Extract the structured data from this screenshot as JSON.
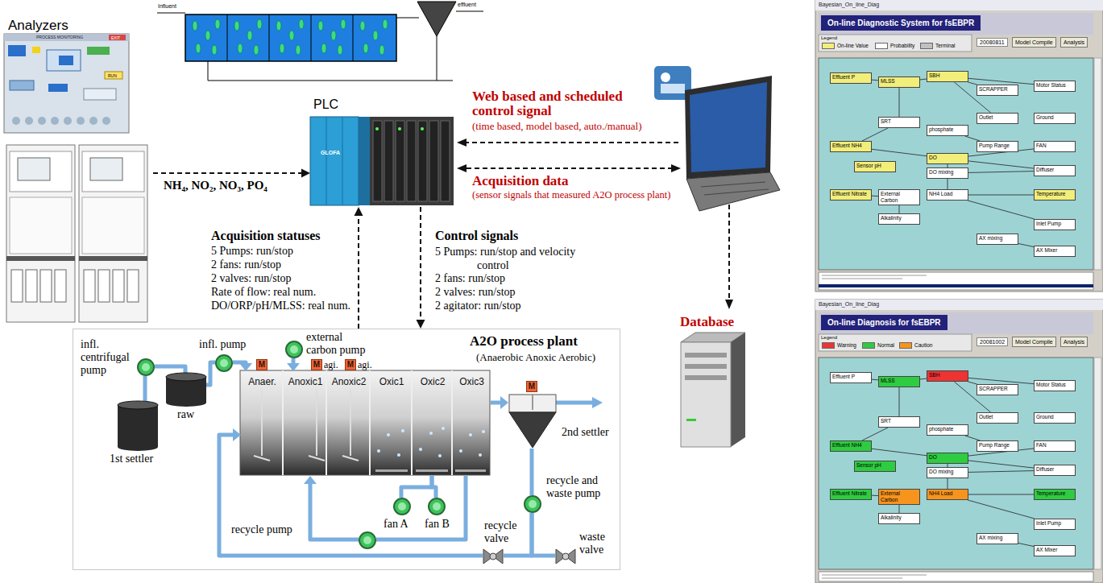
{
  "diagram": {
    "nodes": [
      {
        "text": [
          "Analyzers"
        ]
      },
      {
        "text": [
          "PLC"
        ]
      },
      {
        "text": [
          "Database"
        ]
      },
      {
        "text": [
          "A2O process plant",
          "(Anaerobic Anoxic Aerobic)"
        ]
      },
      {
        "text": [
          "infl. centrifugal pump"
        ],
        "in": 3
      },
      {
        "text": [
          "raw"
        ],
        "in": 3
      },
      {
        "text": [
          "1st settler"
        ],
        "in": 3
      },
      {
        "text": [
          "infl. pump"
        ],
        "in": 3
      },
      {
        "text": [
          "external carbon pump"
        ],
        "in": 3
      },
      {
        "text": [
          "Anaer."
        ],
        "in": 3
      },
      {
        "text": [
          "Anoxic1"
        ],
        "in": 3
      },
      {
        "text": [
          "Anoxic2"
        ],
        "in": 3
      },
      {
        "text": [
          "Oxic1"
        ],
        "in": 3
      },
      {
        "text": [
          "Oxic2"
        ],
        "in": 3
      },
      {
        "text": [
          "Oxic3"
        ],
        "in": 3
      },
      {
        "text": [
          "2nd settler"
        ],
        "in": 3
      },
      {
        "text": [
          "fan A"
        ],
        "in": 3
      },
      {
        "text": [
          "fan B"
        ],
        "in": 3
      },
      {
        "text": [
          "recycle pump"
        ],
        "in": 3
      },
      {
        "text": [
          "recycle and waste pump"
        ],
        "in": 3
      },
      {
        "text": [
          "recycle valve"
        ],
        "in": 3
      },
      {
        "text": [
          "waste valve"
        ],
        "in": 3
      },
      {
        "text": [
          "Bayesian_On_line_Diag"
        ]
      },
      {
        "text": [
          "On-line Diagnostic System for fsEBPR"
        ],
        "in": 22
      },
      {
        "text": [
          "Effluent P"
        ],
        "in": 22
      },
      {
        "text": [
          "MLSS"
        ],
        "in": 22
      },
      {
        "text": [
          "SBH"
        ],
        "in": 22
      },
      {
        "text": [
          "SCRAPPER"
        ],
        "in": 22
      },
      {
        "text": [
          "Motor Status"
        ],
        "in": 22
      },
      {
        "text": [
          "SRT"
        ],
        "in": 22
      },
      {
        "text": [
          "Outlet"
        ],
        "in": 22
      },
      {
        "text": [
          "Ground"
        ],
        "in": 22
      },
      {
        "text": [
          "Effluent NH4"
        ],
        "in": 22
      },
      {
        "text": [
          "phosphate"
        ],
        "in": 22
      },
      {
        "text": [
          "Pump Range"
        ],
        "in": 22
      },
      {
        "text": [
          "FAN"
        ],
        "in": 22
      },
      {
        "text": [
          "Sensor pH"
        ],
        "in": 22
      },
      {
        "text": [
          "DO"
        ],
        "in": 22
      },
      {
        "text": [
          "DO mixing"
        ],
        "in": 22
      },
      {
        "text": [
          "Diffuser"
        ],
        "in": 22
      },
      {
        "text": [
          "Effluent Nitrate"
        ],
        "in": 22
      },
      {
        "text": [
          "External Carbon"
        ],
        "in": 22
      },
      {
        "text": [
          "NH4 Load"
        ],
        "in": 22
      },
      {
        "text": [
          "Temperature"
        ],
        "in": 22
      },
      {
        "text": [
          "Alkalinity"
        ],
        "in": 22
      },
      {
        "text": [
          "Inlet Pump"
        ],
        "in": 22
      },
      {
        "text": [
          "AX mixing"
        ],
        "in": 22
      },
      {
        "text": [
          "AX Mixer"
        ],
        "in": 22
      },
      {
        "text": [
          "Bayesian_On_line_Diag"
        ]
      },
      {
        "text": [
          "On-line Diagnosis for fsEBPR"
        ],
        "in": 48
      },
      {
        "text": [
          "Effluent P"
        ],
        "in": 48
      },
      {
        "text": [
          "MLSS"
        ],
        "in": 48
      },
      {
        "text": [
          "SBH"
        ],
        "in": 48
      },
      {
        "text": [
          "SCRAPPER"
        ],
        "in": 48
      },
      {
        "text": [
          "Motor Status"
        ],
        "in": 48
      },
      {
        "text": [
          "SRT"
        ],
        "in": 48
      },
      {
        "text": [
          "Outlet"
        ],
        "in": 48
      },
      {
        "text": [
          "Ground"
        ],
        "in": 48
      },
      {
        "text": [
          "Effluent NH4"
        ],
        "in": 48
      },
      {
        "text": [
          "phosphate"
        ],
        "in": 48
      },
      {
        "text": [
          "Pump Range"
        ],
        "in": 48
      },
      {
        "text": [
          "FAN"
        ],
        "in": 48
      },
      {
        "text": [
          "Sensor pH"
        ],
        "in": 48
      },
      {
        "text": [
          "DO"
        ],
        "in": 48
      },
      {
        "text": [
          "DO mixing"
        ],
        "in": 48
      },
      {
        "text": [
          "Diffuser"
        ],
        "in": 48
      },
      {
        "text": [
          "Effluent Nitrate"
        ],
        "in": 48
      },
      {
        "text": [
          "External Carbon"
        ],
        "in": 48
      },
      {
        "text": [
          "NH4 Load"
        ],
        "in": 48
      },
      {
        "text": [
          "Temperature"
        ],
        "in": 48
      },
      {
        "text": [
          "Alkalinity"
        ],
        "in": 48
      },
      {
        "text": [
          "Inlet Pump"
        ],
        "in": 48
      },
      {
        "text": [
          "AX mixing"
        ],
        "in": 48
      },
      {
        "text": [
          "AX Mixer"
        ],
        "in": 48
      }
    ],
    "edges": [
      {
        "from": 0,
        "to": 1,
        "arrow": "to",
        "label": "NH₄, NO₂, NO₃, PO₄"
      },
      {
        "from": 3,
        "to": 1,
        "arrow": "to"
      },
      {
        "from": 1,
        "to": 3,
        "arrow": "to"
      },
      {
        "from": 6,
        "to": 4,
        "arrow": "none"
      },
      {
        "from": 4,
        "to": 5,
        "arrow": "none"
      },
      {
        "from": 5,
        "to": 7,
        "arrow": "none"
      },
      {
        "from": 7,
        "to": 9,
        "arrow": "to"
      },
      {
        "from": 8,
        "to": 10,
        "arrow": "to"
      },
      {
        "from": 14,
        "to": 15,
        "arrow": "to"
      },
      {
        "from": 15,
        "to": 19,
        "arrow": "none"
      },
      {
        "from": 19,
        "to": 20,
        "arrow": "none"
      },
      {
        "from": 19,
        "to": 21,
        "arrow": "none"
      },
      {
        "from": 20,
        "to": 9,
        "arrow": "to"
      },
      {
        "from": 14,
        "to": 18,
        "arrow": "none"
      },
      {
        "from": 18,
        "to": 10,
        "arrow": "to"
      },
      {
        "from": 16,
        "to": 13,
        "arrow": "none"
      },
      {
        "from": 17,
        "to": 13,
        "arrow": "none"
      },
      {
        "from": 24,
        "to": 25,
        "arrow": "none"
      },
      {
        "from": 25,
        "to": 26,
        "arrow": "none"
      },
      {
        "from": 26,
        "to": 27,
        "arrow": "none"
      },
      {
        "from": 26,
        "to": 28,
        "arrow": "none"
      },
      {
        "from": 26,
        "to": 30,
        "arrow": "none"
      },
      {
        "from": 29,
        "to": 25,
        "arrow": "none"
      },
      {
        "from": 32,
        "to": 37,
        "arrow": "none"
      },
      {
        "from": 32,
        "to": 29,
        "arrow": "none"
      },
      {
        "from": 37,
        "to": 35,
        "arrow": "none"
      },
      {
        "from": 37,
        "to": 39,
        "arrow": "none"
      },
      {
        "from": 38,
        "to": 39,
        "arrow": "none"
      },
      {
        "from": 33,
        "to": 34,
        "arrow": "none"
      },
      {
        "from": 40,
        "to": 41,
        "arrow": "none"
      },
      {
        "from": 42,
        "to": 37,
        "arrow": "none"
      },
      {
        "from": 42,
        "to": 43,
        "arrow": "none"
      },
      {
        "from": 44,
        "to": 41,
        "arrow": "none"
      },
      {
        "from": 42,
        "to": 45,
        "arrow": "none"
      },
      {
        "from": 46,
        "to": 47,
        "arrow": "none"
      },
      {
        "from": 50,
        "to": 51,
        "arrow": "none"
      },
      {
        "from": 51,
        "to": 52,
        "arrow": "none"
      },
      {
        "from": 52,
        "to": 53,
        "arrow": "none"
      },
      {
        "from": 52,
        "to": 54,
        "arrow": "none"
      },
      {
        "from": 52,
        "to": 56,
        "arrow": "none"
      },
      {
        "from": 55,
        "to": 51,
        "arrow": "none"
      },
      {
        "from": 58,
        "to": 63,
        "arrow": "none"
      },
      {
        "from": 58,
        "to": 55,
        "arrow": "none"
      },
      {
        "from": 63,
        "to": 61,
        "arrow": "none"
      },
      {
        "from": 63,
        "to": 65,
        "arrow": "none"
      },
      {
        "from": 64,
        "to": 65,
        "arrow": "none"
      },
      {
        "from": 59,
        "to": 60,
        "arrow": "none"
      },
      {
        "from": 66,
        "to": 67,
        "arrow": "none"
      },
      {
        "from": 68,
        "to": 63,
        "arrow": "none"
      },
      {
        "from": 68,
        "to": 69,
        "arrow": "none"
      },
      {
        "from": 70,
        "to": 67,
        "arrow": "none"
      },
      {
        "from": 68,
        "to": 71,
        "arrow": "none"
      },
      {
        "from": 72,
        "to": 73,
        "arrow": "none"
      }
    ],
    "labels": [
      "PROCESS MONITORING",
      "EXIT",
      "RUN",
      "Influent",
      "effluent",
      "GLOFA",
      "Web based and scheduled control signal",
      "(time based, model based, auto./manual)",
      "Acquisition data",
      "(sensor signals that measured A2O process plant)",
      "Acquisition statuses",
      "5 Pumps: run/stop",
      "2 fans: run/stop",
      "2 valves: run/stop",
      "Rate of flow: real num.",
      "DO/ORP/pH/MLSS: real num.",
      "Control signals",
      "5 Pumps: run/stop and velocity control",
      "2 fans: run/stop",
      "2 valves: run/stop",
      "2 agitator: run/stop",
      "M",
      "M",
      "M",
      "M",
      "agi.",
      "agi.",
      "Legend",
      "20080811",
      "Model Compile",
      "Analysis",
      "Legend",
      "20081002",
      "Model Compile",
      "Analysis"
    ],
    "legend": [
      {
        "text": "On-line Value",
        "color": "#f2ee7a"
      },
      {
        "text": "Probability",
        "color": "#ffffff"
      },
      {
        "text": "Terminal",
        "color": "#c0c0c0"
      },
      {
        "text": "Warning",
        "color": "#ee3333"
      },
      {
        "text": "Normal",
        "color": "#2ecc40"
      },
      {
        "text": "Caution",
        "color": "#f7941d"
      }
    ]
  }
}
